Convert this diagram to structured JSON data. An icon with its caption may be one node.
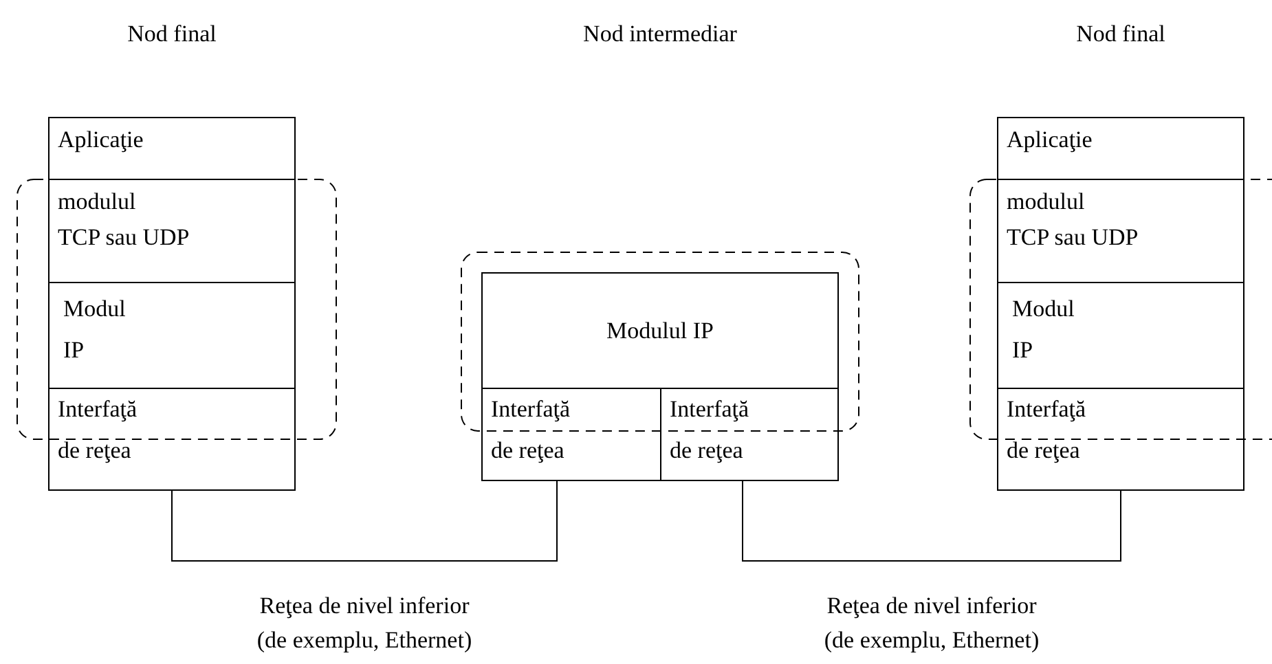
{
  "diagram": {
    "nodes": [
      {
        "text": [
          "Nod final"
        ]
      },
      {
        "text": [
          "Aplicaţie"
        ],
        "in": 0
      },
      {
        "text": [],
        "shape": "box"
      },
      {
        "text": [
          "modulul TCP sau UDP"
        ],
        "in": 2
      },
      {
        "text": [
          "Modul IP"
        ],
        "in": 2
      },
      {
        "text": [
          "Interfaţă de reţea"
        ],
        "in": 0
      },
      {
        "text": [
          "Nod intermediar"
        ]
      },
      {
        "text": [],
        "shape": "box"
      },
      {
        "text": [
          "Modulul IP"
        ],
        "in": 7
      },
      {
        "text": [
          "Interfaţă de reţea"
        ],
        "in": 6
      },
      {
        "text": [
          "Interfaţă de reţea"
        ],
        "in": 6
      },
      {
        "text": [
          "Nod final"
        ]
      },
      {
        "text": [
          "Aplicaţie"
        ],
        "in": 11
      },
      {
        "text": [],
        "shape": "box"
      },
      {
        "text": [
          "modulul TCP sau UDP"
        ],
        "in": 13
      },
      {
        "text": [
          "Modul IP"
        ],
        "in": 13
      },
      {
        "text": [
          "Interfaţă de reţea"
        ],
        "in": 11
      }
    ],
    "edges": [
      {
        "from": 5,
        "to": 9,
        "arrow": "none",
        "label": "Reţea de nivel inferior (de exemplu, Ethernet)"
      },
      {
        "from": 10,
        "to": 16,
        "arrow": "none",
        "label": "Reţea de nivel inferior (de exemplu, Ethernet)"
      }
    ]
  }
}
